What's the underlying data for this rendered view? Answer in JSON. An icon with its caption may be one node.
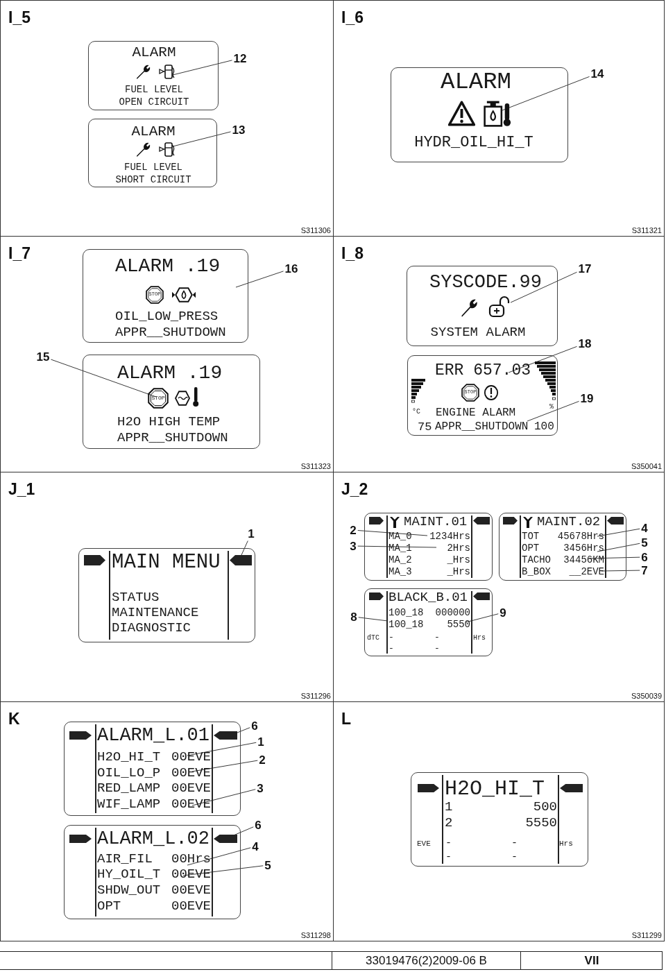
{
  "diagram": {
    "nodes": [
      {
        "text": [
          "I_5",
          "S311306"
        ]
      },
      {
        "text": [
          "ALARM",
          "FUEL LEVEL",
          "OPEN CIRCUIT"
        ],
        "in": 0
      },
      {
        "text": [
          "12"
        ],
        "in": 0
      },
      {
        "text": [
          "ALARM",
          "FUEL LEVEL",
          "SHORT CIRCUIT"
        ],
        "in": 0
      },
      {
        "text": [
          "13"
        ],
        "in": 0
      },
      {
        "text": [
          "I_6",
          "S311321"
        ]
      },
      {
        "text": [
          "ALARM",
          "HYDR_OIL_HI_T"
        ],
        "in": 5
      },
      {
        "text": [
          "14"
        ],
        "in": 5
      },
      {
        "text": [
          "I_7",
          "S311323"
        ]
      },
      {
        "text": [
          "ALARM .19",
          "STOP",
          "OIL_LOW_PRESS",
          "APPR__SHUTDOWN"
        ],
        "in": 8
      },
      {
        "text": [
          "16"
        ],
        "in": 8
      },
      {
        "text": [
          "15"
        ],
        "in": 8
      },
      {
        "text": [
          "ALARM .19",
          "STOP",
          "H2O HIGH TEMP",
          "APPR__SHUTDOWN"
        ],
        "in": 8
      },
      {
        "text": [
          "I_8",
          "S350041"
        ]
      },
      {
        "text": [
          "SYSCODE.99",
          "SYSTEM ALARM"
        ],
        "in": 13
      },
      {
        "text": [
          "17"
        ],
        "in": 13
      },
      {
        "text": [
          "18"
        ],
        "in": 13
      },
      {
        "text": [
          "ERR 657.03",
          "STOP",
          "°C",
          "ENGINE ALARM",
          "%",
          "75",
          "APPR__SHUTDOWN",
          "100"
        ],
        "in": 13
      },
      {
        "text": [
          "19"
        ],
        "in": 13
      },
      {
        "text": [
          "J_1",
          "S311296"
        ]
      },
      {
        "text": [
          "MAIN MENU",
          "STATUS",
          "MAINTENANCE",
          "DIAGNOSTIC"
        ],
        "in": 19
      },
      {
        "text": [
          "1"
        ],
        "in": 19
      },
      {
        "text": [
          "J_2",
          "S350039"
        ]
      },
      {
        "text": [
          "2"
        ],
        "in": 22
      },
      {
        "text": [
          "3"
        ],
        "in": 22
      },
      {
        "text": [
          "MAINT.01",
          "MA_0",
          "1234Hrs",
          "MA_1",
          "2Hrs",
          "MA_2",
          "_Hrs",
          "MA_3",
          "_Hrs"
        ],
        "in": 22
      },
      {
        "text": [
          "MAINT.02",
          "TOT",
          "45678Hrs",
          "OPT",
          "3456Hrs",
          "TACHO",
          "34456KM",
          "B_BOX",
          "__2EVE"
        ],
        "in": 22
      },
      {
        "text": [
          "4"
        ],
        "in": 22
      },
      {
        "text": [
          "5"
        ],
        "in": 22
      },
      {
        "text": [
          "6"
        ],
        "in": 22
      },
      {
        "text": [
          "7"
        ],
        "in": 22
      },
      {
        "text": [
          "8"
        ],
        "in": 22
      },
      {
        "text": [
          "BLACK_B.01",
          "100_18",
          "000000",
          "100_18",
          "5550",
          "dTC",
          "-",
          "-",
          "Hrs",
          "-",
          "-"
        ],
        "in": 22
      },
      {
        "text": [
          "9"
        ],
        "in": 22
      },
      {
        "text": [
          "K",
          "S311298"
        ]
      },
      {
        "text": [
          "ALARM_L.01",
          "H2O_HI_T",
          "00EVE",
          "OIL_LO_P",
          "00EVE",
          "RED_LAMP",
          "00EVE",
          "WIF_LAMP",
          "00EVE"
        ],
        "in": 34
      },
      {
        "text": [
          "6"
        ],
        "in": 34
      },
      {
        "text": [
          "1"
        ],
        "in": 34
      },
      {
        "text": [
          "2"
        ],
        "in": 34
      },
      {
        "text": [
          "3"
        ],
        "in": 34
      },
      {
        "text": [
          "ALARM_L.02",
          "AIR_FIL",
          "00Hrs",
          "HY_OIL_T",
          "00EVE",
          "SHDW_OUT",
          "00EVE",
          "OPT",
          "00EVE"
        ],
        "in": 34
      },
      {
        "text": [
          "6"
        ],
        "in": 34
      },
      {
        "text": [
          "4"
        ],
        "in": 34
      },
      {
        "text": [
          "5"
        ],
        "in": 34
      },
      {
        "text": [
          "L",
          "S311299"
        ]
      },
      {
        "text": [
          "H2O_HI_T",
          "1",
          "500",
          "2",
          "5550",
          "EVE",
          "-",
          "-",
          "Hrs",
          "-",
          "-"
        ],
        "in": 44
      }
    ],
    "edges": [
      {
        "from": 2,
        "to": 1,
        "arrow": "none"
      },
      {
        "from": 4,
        "to": 3,
        "arrow": "none"
      },
      {
        "from": 7,
        "to": 6,
        "arrow": "none"
      },
      {
        "from": 10,
        "to": 9,
        "arrow": "none"
      },
      {
        "from": 11,
        "to": 12,
        "arrow": "none"
      },
      {
        "from": 15,
        "to": 14,
        "arrow": "none"
      },
      {
        "from": 16,
        "to": 17,
        "arrow": "none"
      },
      {
        "from": 18,
        "to": 17,
        "arrow": "none"
      },
      {
        "from": 21,
        "to": 20,
        "arrow": "none"
      },
      {
        "from": 23,
        "to": 25,
        "arrow": "none"
      },
      {
        "from": 24,
        "to": 25,
        "arrow": "none"
      },
      {
        "from": 27,
        "to": 26,
        "arrow": "none"
      },
      {
        "from": 28,
        "to": 26,
        "arrow": "none"
      },
      {
        "from": 29,
        "to": 26,
        "arrow": "none"
      },
      {
        "from": 30,
        "to": 26,
        "arrow": "none"
      },
      {
        "from": 31,
        "to": 32,
        "arrow": "none"
      },
      {
        "from": 33,
        "to": 32,
        "arrow": "none"
      },
      {
        "from": 36,
        "to": 35,
        "arrow": "none"
      },
      {
        "from": 37,
        "to": 35,
        "arrow": "none"
      },
      {
        "from": 38,
        "to": 35,
        "arrow": "none"
      },
      {
        "from": 39,
        "to": 35,
        "arrow": "none"
      },
      {
        "from": 41,
        "to": 40,
        "arrow": "none"
      },
      {
        "from": 42,
        "to": 40,
        "arrow": "none"
      },
      {
        "from": 43,
        "to": 40,
        "arrow": "none"
      }
    ],
    "labels": [
      "33019476(2)2009-06 B",
      "VII"
    ]
  }
}
